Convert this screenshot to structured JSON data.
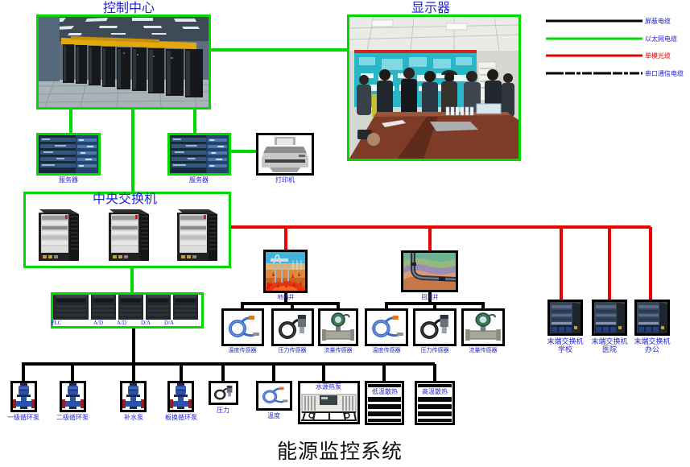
{
  "title": "能源监控系统",
  "legend": {
    "items": [
      {
        "label": "屏蔽电缆",
        "color": "#000000",
        "style": "solid"
      },
      {
        "label": "以太网电缆",
        "color": "#00d800",
        "style": "solid"
      },
      {
        "label": "单模光缆",
        "color": "#ee0000",
        "style": "solid"
      },
      {
        "label": "串口通信电缆",
        "color": "#000000",
        "style": "dashed"
      }
    ]
  },
  "nodes": {
    "control_center": {
      "label": "控制中心"
    },
    "display": {
      "label": "显示器"
    },
    "server_left": {
      "label": "服务器"
    },
    "server_right": {
      "label": "服务器"
    },
    "printer": {
      "label": "打印机"
    },
    "central_switch": {
      "label": "中央交换机"
    },
    "plc": {
      "modules": [
        "PLC",
        "A/D",
        "A/D",
        "D/A",
        "D/A"
      ]
    },
    "geothermal_well": {
      "label": "地热井"
    },
    "recharge_well": {
      "label": "回灌井"
    },
    "well_sensors": {
      "temperature": "温度传感器",
      "pressure": "压力传感器",
      "flow": "流量传感器"
    },
    "terminal_switches": [
      {
        "line1": "末端交换机",
        "line2": "学校"
      },
      {
        "line1": "末端交换机",
        "line2": "医院"
      },
      {
        "line1": "末端交换机",
        "line2": "办公"
      }
    ],
    "field_devices": [
      {
        "label": "一级循环泵"
      },
      {
        "label": "二级循环泵"
      },
      {
        "label": "补水泵"
      },
      {
        "label": "板换循环泵"
      },
      {
        "label": "压力"
      },
      {
        "label": "温度"
      },
      {
        "label": "水源热泵"
      },
      {
        "label": "低温散热"
      },
      {
        "label": "高温散热"
      }
    ]
  },
  "colors": {
    "ethernet": "#00d800",
    "fiber": "#ee0000",
    "shielded": "#000000",
    "label_blue": "#2424cf"
  }
}
